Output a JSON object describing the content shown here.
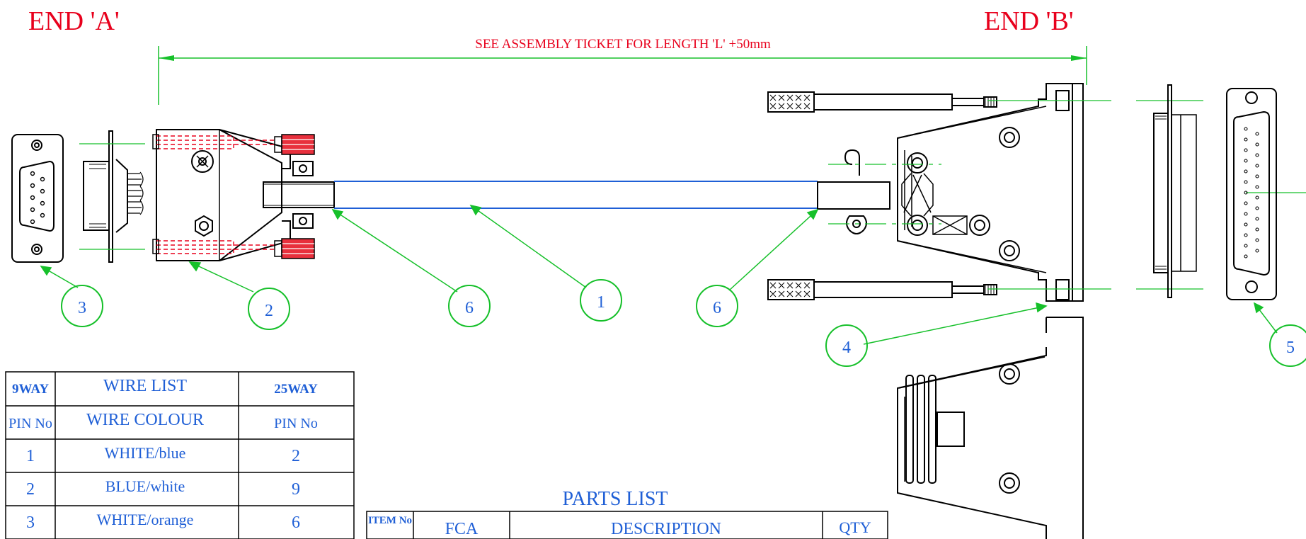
{
  "ends": {
    "a": "END 'A'",
    "b": "END 'B'"
  },
  "length_note": "SEE ASSEMBLY TICKET FOR LENGTH 'L' +50mm",
  "balloons": [
    "3",
    "2",
    "6",
    "1",
    "6",
    "4",
    "5"
  ],
  "wire_list": {
    "left_header_top": "9WAY",
    "title": "WIRE LIST",
    "right_header_top": "25WAY",
    "left_header_sub": "PIN No",
    "colour_header": "WIRE COLOUR",
    "right_header_sub": "PIN No",
    "rows": [
      {
        "pin9": "1",
        "colour": "WHITE/blue",
        "pin25": "2"
      },
      {
        "pin9": "2",
        "colour": "BLUE/white",
        "pin25": "9"
      },
      {
        "pin9": "3",
        "colour": "WHITE/orange",
        "pin25": "6"
      }
    ]
  },
  "parts_list": {
    "title": "PARTS LIST",
    "headers": {
      "item": "ITEM No",
      "fca": "FCA",
      "description": "DESCRIPTION",
      "qty": "QTY"
    }
  },
  "colors": {
    "annotation": "#e8001c",
    "table_text": "#1f5fd6",
    "leader": "#16c02a",
    "cable": "#1f5fd6",
    "outline": "#000000"
  }
}
